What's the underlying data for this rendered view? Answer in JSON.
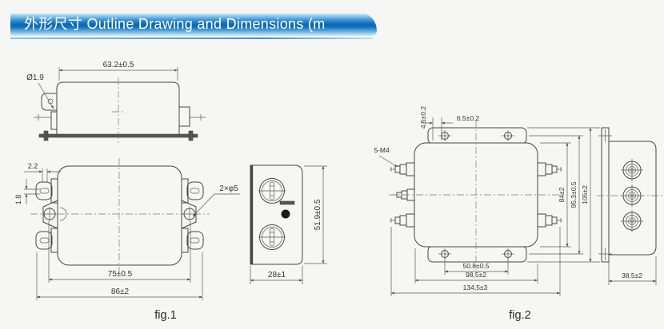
{
  "header": {
    "title": "外形尺寸 Outline Drawing and Dimensions (m"
  },
  "colors": {
    "banner_blue": "#0c67b4",
    "banner_light": "#d6edfb",
    "line": "#474747",
    "background": "#f6f6f4"
  },
  "figures": {
    "fig1": {
      "caption": "fig.1",
      "side_view": {
        "overall_width": "63.2±0.5",
        "terminal_hole_dia": "Ø1.9"
      },
      "front_view": {
        "tab_thickness": "2.2",
        "slot_width": "1.8",
        "mounting_holes": "2×φ5",
        "mounting_hole_spacing": "75±0.5",
        "overall_width": "86±2"
      },
      "end_view": {
        "overall_height": "51.9±0.5",
        "overall_depth": "28±1"
      }
    },
    "fig2": {
      "caption": "fig.2",
      "front_view": {
        "flange_hole_offset_v": "4.5±0.2",
        "flange_hole_offset_h": "6.5±0.2",
        "terminal_studs": "5-M4",
        "body_height": "84±2",
        "mounting_hole_spacing_v": "95.3±0.5",
        "overall_height": "105±2",
        "slot_spacing": "50.8±0.5",
        "flange_width": "98,5±2",
        "overall_width": "134,5±3"
      },
      "side_view": {
        "overall_depth": "38,5±2"
      }
    }
  }
}
